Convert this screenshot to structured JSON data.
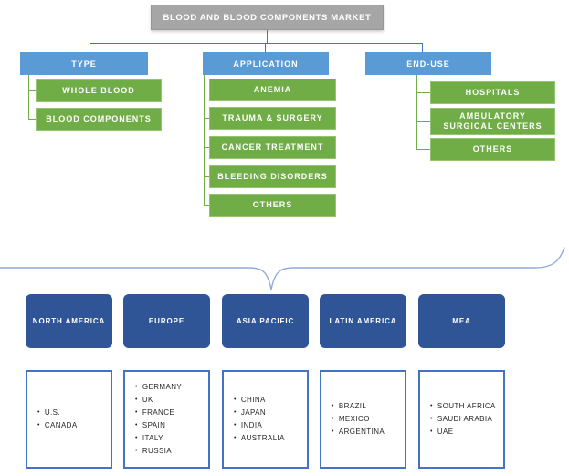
{
  "root": {
    "title": "BLOOD AND BLOOD COMPONENTS MARKET"
  },
  "branches": [
    {
      "label": "TYPE",
      "children": [
        "WHOLE BLOOD",
        "BLOOD COMPONENTS"
      ]
    },
    {
      "label": "APPLICATION",
      "children": [
        "ANEMIA",
        "TRAUMA & SURGERY",
        "CANCER TREATMENT",
        "BLEEDING DISORDERS",
        "OTHERS"
      ]
    },
    {
      "label": "END-USE",
      "children": [
        "HOSPITALS",
        "AMBULATORY SURGICAL CENTERS",
        "OTHERS"
      ]
    }
  ],
  "regions": [
    {
      "label": "NORTH AMERICA",
      "countries": [
        "U.S.",
        "CANADA"
      ]
    },
    {
      "label": "EUROPE",
      "countries": [
        "GERMANY",
        "UK",
        "FRANCE",
        "SPAIN",
        "ITALY",
        "RUSSIA"
      ]
    },
    {
      "label": "ASIA PACIFIC",
      "countries": [
        "CHINA",
        "JAPAN",
        "INDIA",
        "AUSTRALIA"
      ]
    },
    {
      "label": "LATIN AMERICA",
      "countries": [
        "BRAZIL",
        "MEXICO",
        "ARGENTINA"
      ]
    },
    {
      "label": "MEA",
      "countries": [
        "SOUTH AFRICA",
        "SAUDI ARABIA",
        "UAE"
      ]
    }
  ],
  "colors": {
    "root_fill": "#a6a6a6",
    "branch_fill": "#5b9bd5",
    "child_fill": "#70ad47",
    "region_fill": "#2f5597",
    "country_border": "#4472c4",
    "connector_blue": "#4472c4",
    "connector_green": "#70ad47",
    "brace": "#8faadc"
  }
}
